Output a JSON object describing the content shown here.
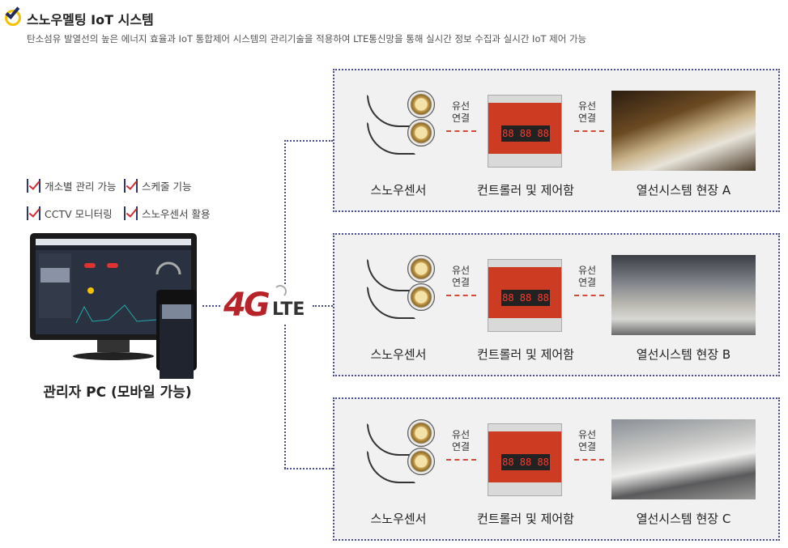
{
  "header": {
    "title": "스노우멜팅 IoT 시스템",
    "subtitle": "탄소섬유 발열선의 높은 에너지 효율과 IoT 통합제어 시스템의 관리기술을 적용하여 LTE통신망을 통해 실시간 정보 수집과 실시간 IoT 제어 가능"
  },
  "features": [
    "개소별 관리 가능",
    "스케줄 기능",
    "CCTV 모니터링",
    "스노우센서 활용"
  ],
  "pc_caption": "관리자 PC (모바일 가능)",
  "lte": {
    "g": "4G",
    "lte": "LTE"
  },
  "connection_lines": [
    "유선",
    "연결"
  ],
  "rows": [
    {
      "sensor": "스노우센서",
      "controller": "컨트롤러 및 제어함",
      "site": "열선시스템 현장 A"
    },
    {
      "sensor": "스노우센서",
      "controller": "컨트롤러 및 제어함",
      "site": "열선시스템 현장 B"
    },
    {
      "sensor": "스노우센서",
      "controller": "컨트롤러 및 제어함",
      "site": "열선시스템 현장 C"
    }
  ],
  "controller_display": "88 88 88",
  "colors": {
    "accent": "#cc3b22",
    "navy": "#2d3a6b",
    "check_yellow": "#f2c200"
  }
}
